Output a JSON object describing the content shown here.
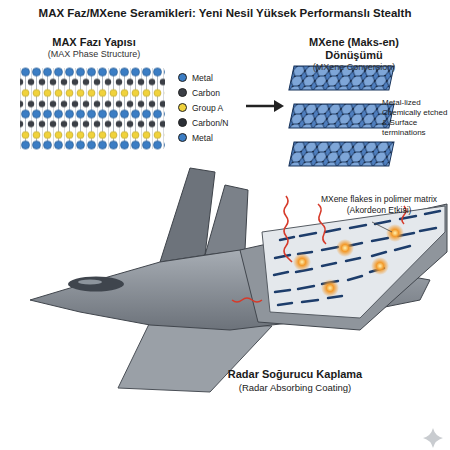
{
  "diagram": {
    "title": "MAX Faz/MXene Seramikleri: Yeni Nesil Yüksek Performanslı Stealth",
    "nodes": [
      {
        "text": [
          "MAX Fazı Yapısı",
          "(MAX Phase Structure)"
        ]
      },
      {
        "text": [
          "MXene (Maks-en) Dönüşümü",
          "(MXene Conversion)"
        ]
      }
    ],
    "edges": [
      {
        "from": 0,
        "to": 1,
        "arrow": "to"
      }
    ],
    "labels": [
      "Metal-lized Chemically etched & Surface terminations",
      "MXene flakes in polimer matrix (Akordeon Etkisi)",
      "Radar Soğurucu Kaplama",
      "(Radar Absorbing Coating)"
    ],
    "legend": [
      {
        "text": "Metal",
        "color": "#3b7dc4"
      },
      {
        "text": "Carbon",
        "color": "#3b3f46"
      },
      {
        "text": "Group A",
        "color": "#f0d23c"
      },
      {
        "text": "Carbon/N",
        "color": "#2b2f36"
      },
      {
        "text": "Metal",
        "color": "#3b7dc4"
      }
    ]
  }
}
